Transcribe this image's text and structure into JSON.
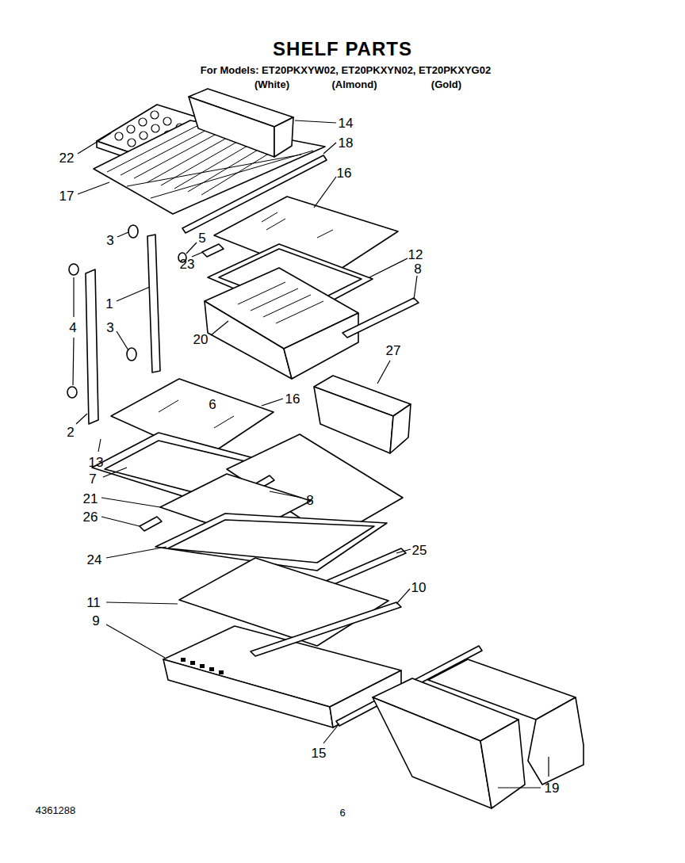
{
  "diagram": {
    "title": "SHELF PARTS",
    "labels": [
      "For Models: ET20PKXYW02, ET20PKXYN02, ET20PKXYG02",
      "(White)",
      "(Almond)",
      "(Gold)",
      "14",
      "22",
      "18",
      "17",
      "16",
      "5",
      "3",
      "23",
      "12",
      "8",
      "1",
      "3",
      "4",
      "20",
      "27",
      "6",
      "16",
      "2",
      "13",
      "7",
      "8",
      "21",
      "26",
      "25",
      "24",
      "10",
      "11",
      "9",
      "15",
      "19",
      "4361288",
      "6"
    ]
  }
}
